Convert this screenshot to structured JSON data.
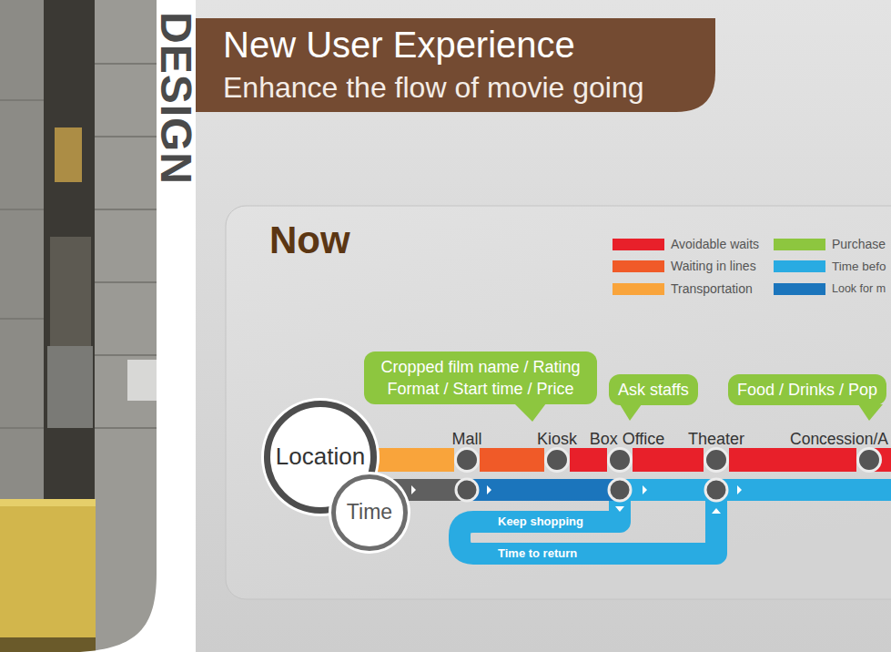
{
  "diagram": {
    "title": "New User Experience",
    "nodes": [
      {
        "text": [
          "Now"
        ]
      },
      {
        "text": [
          "Location"
        ],
        "in": 0
      },
      {
        "text": [
          "Time"
        ],
        "in": 0
      },
      {
        "text": [
          "Cropped film name / Rating Format / Start time / Price"
        ],
        "in": 0
      },
      {
        "text": [
          "Ask staffs"
        ],
        "in": 0
      },
      {
        "text": [
          "Food / Drinks / Pop"
        ],
        "in": 0
      },
      {
        "text": [
          "Mall"
        ],
        "in": 0
      },
      {
        "text": [
          "Kiosk"
        ],
        "in": 0
      },
      {
        "text": [
          "Box Office"
        ],
        "in": 0
      },
      {
        "text": [
          "Theater"
        ],
        "in": 0
      },
      {
        "text": [
          "Concession/A"
        ],
        "in": 0
      }
    ],
    "edges": [
      {
        "from": 1,
        "to": 6,
        "arrow": "none"
      },
      {
        "from": 6,
        "to": 7,
        "arrow": "none"
      },
      {
        "from": 7,
        "to": 8,
        "arrow": "none"
      },
      {
        "from": 8,
        "to": 9,
        "arrow": "none"
      },
      {
        "from": 9,
        "to": 10,
        "arrow": "none"
      }
    ],
    "labels": [
      "DESIGN",
      "Enhance the flow of movie going",
      "Keep shopping",
      "Time to return"
    ],
    "legend": [
      {
        "text": "Avoidable waits",
        "color": "#e8202a"
      },
      {
        "text": "Waiting in lines",
        "color": "#f05a28"
      },
      {
        "text": "Transportation",
        "color": "#f9a43b"
      },
      {
        "text": "Purchase",
        "color": "#8dc63f"
      },
      {
        "text": "Time befo",
        "color": "#29abe2"
      },
      {
        "text": "Look for m",
        "color": "#1b75bc"
      }
    ]
  }
}
